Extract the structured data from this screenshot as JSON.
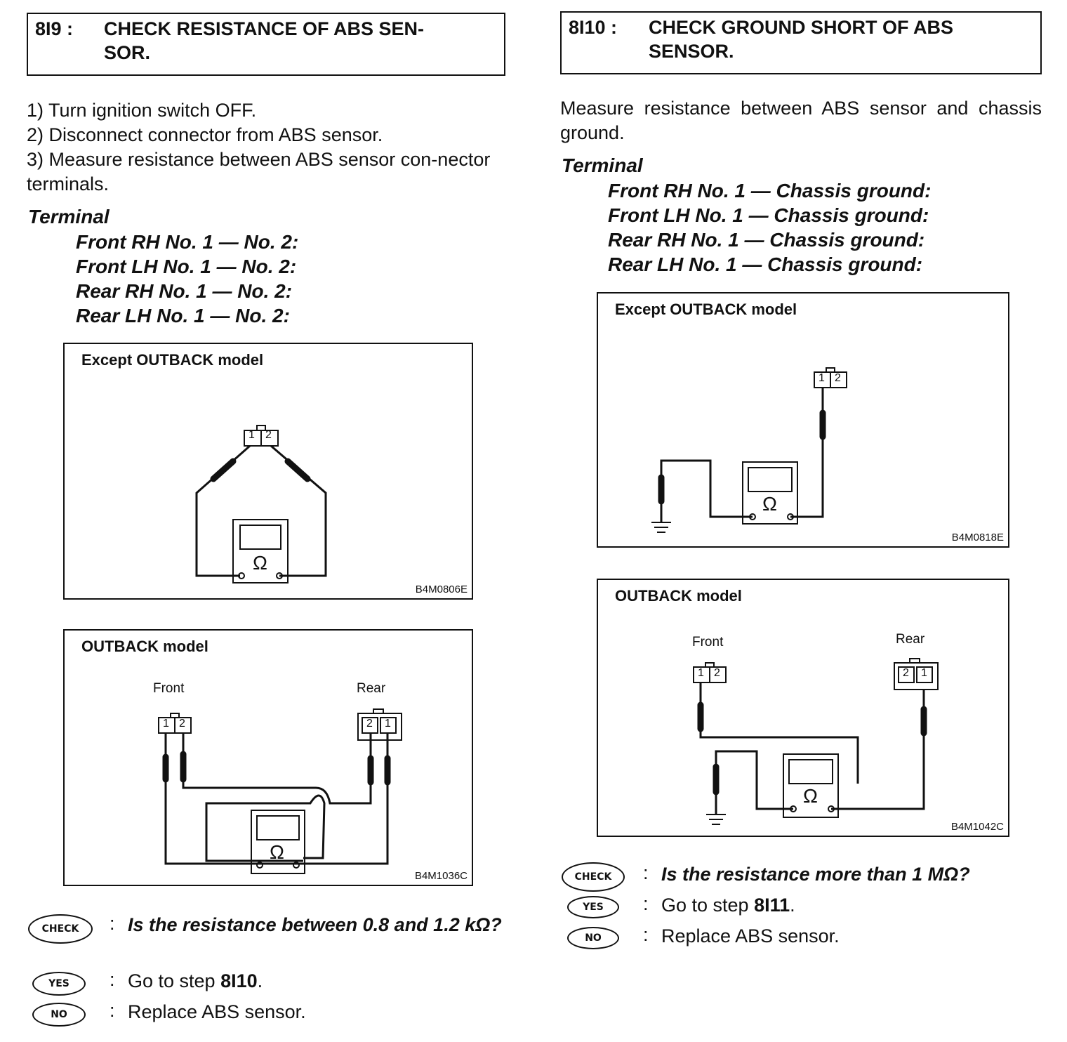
{
  "left": {
    "step": {
      "number": "8I9 :",
      "title": "CHECK RESISTANCE OF ABS SEN-\nSOR."
    },
    "instructions": [
      "1)  Turn ignition switch OFF.",
      "2)  Disconnect connector from ABS sensor.",
      "3)  Measure resistance between ABS sensor con-nector terminals."
    ],
    "terminal_heading": "Terminal",
    "terminals": [
      "Front RH No. 1 — No. 2:",
      "Front LH No. 1 — No. 2:",
      "Rear RH No. 1 — No. 2:",
      "Rear LH No. 1 — No. 2:"
    ],
    "figure1": {
      "title": "Except OUTBACK model",
      "id": "B4M0806E",
      "pins": [
        "1",
        "2"
      ],
      "meter_symbol": "Ω"
    },
    "figure2": {
      "title": "OUTBACK model",
      "id": "B4M1036C",
      "front_label": "Front",
      "rear_label": "Rear",
      "front_pins": [
        "1",
        "2"
      ],
      "rear_pins": [
        "2",
        "1"
      ],
      "meter_symbol": "Ω"
    },
    "check": {
      "badge": "CHECK",
      "colon": ":",
      "text": "Is the resistance between 0.8 and 1.2 kΩ?"
    },
    "yes": {
      "badge": "YES",
      "colon": ":",
      "prefix": "Go to step ",
      "step": "8I10",
      "suffix": "."
    },
    "no": {
      "badge": "NO",
      "colon": ":",
      "text": "Replace ABS sensor."
    }
  },
  "right": {
    "step": {
      "number": "8I10 :",
      "title": "CHECK GROUND SHORT OF ABS\nSENSOR."
    },
    "instruction": "Measure resistance between ABS sensor and chassis ground.",
    "terminal_heading": "Terminal",
    "terminals": [
      "Front RH No. 1 — Chassis ground:",
      "Front LH No. 1 — Chassis ground:",
      "Rear RH No. 1 — Chassis ground:",
      "Rear LH No. 1 — Chassis ground:"
    ],
    "figure1": {
      "title": "Except OUTBACK model",
      "id": "B4M0818E",
      "pins": [
        "1",
        "2"
      ],
      "meter_symbol": "Ω"
    },
    "figure2": {
      "title": "OUTBACK model",
      "id": "B4M1042C",
      "front_label": "Front",
      "rear_label": "Rear",
      "front_pins": [
        "1",
        "2"
      ],
      "rear_pins": [
        "2",
        "1"
      ],
      "meter_symbol": "Ω"
    },
    "check": {
      "badge": "CHECK",
      "colon": ":",
      "text": "Is the resistance more than 1 MΩ?"
    },
    "yes": {
      "badge": "YES",
      "colon": ":",
      "prefix": "Go to step ",
      "step": "8I11",
      "suffix": "."
    },
    "no": {
      "badge": "NO",
      "colon": ":",
      "text": "Replace ABS sensor."
    }
  }
}
